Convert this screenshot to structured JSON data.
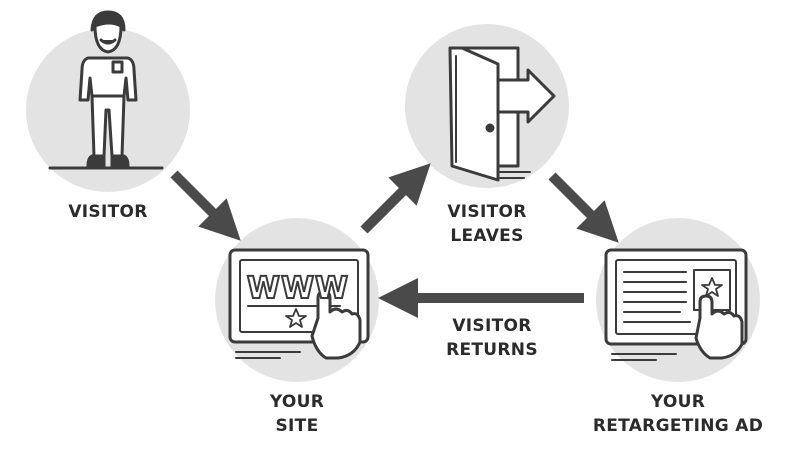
{
  "colors": {
    "circle": "#e3e3e3",
    "ink": "#3b3b3b",
    "arrow": "#4a4a4a",
    "text": "#2b2b2b"
  },
  "nodes": {
    "visitor": {
      "line1": "VISITOR",
      "icon": "person-icon"
    },
    "visitor_leaves": {
      "line1": "VISITOR",
      "line2": "LEAVES",
      "icon": "exit-door-icon"
    },
    "your_site": {
      "line1": "YOUR",
      "line2": "SITE",
      "icon": "website-tablet-icon",
      "screen_text": "WWW"
    },
    "retargeting_ad": {
      "line1": "YOUR",
      "line2": "RETARGETING AD",
      "icon": "ad-tablet-icon"
    }
  },
  "edges": {
    "visitor_returns": {
      "line1": "VISITOR",
      "line2": "RETURNS"
    }
  }
}
